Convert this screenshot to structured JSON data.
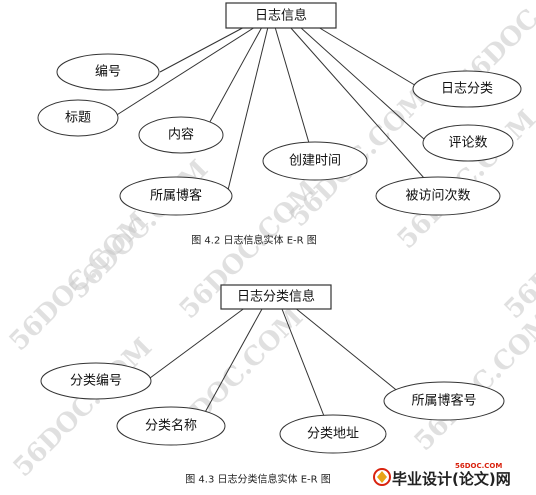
{
  "diagram1": {
    "entity": "日志信息",
    "attributes": {
      "a1": "编号",
      "a2": "标题",
      "a3": "内容",
      "a4": "所属博客",
      "a5": "创建时间",
      "a6": "被访问次数",
      "a7": "评论数",
      "a8": "日志分类"
    },
    "caption": "图 4.2 日志信息实体 E-R 图"
  },
  "diagram2": {
    "entity": "日志分类信息",
    "attributes": {
      "b1": "分类编号",
      "b2": "分类名称",
      "b3": "分类地址",
      "b4": "所属博客号"
    },
    "caption": "图 4.3 日志分类信息实体 E-R 图"
  },
  "watermark": {
    "text": "56DOC.COM"
  },
  "brand": {
    "url": "56DOC.COM",
    "name": "毕业设计(论文)网"
  }
}
